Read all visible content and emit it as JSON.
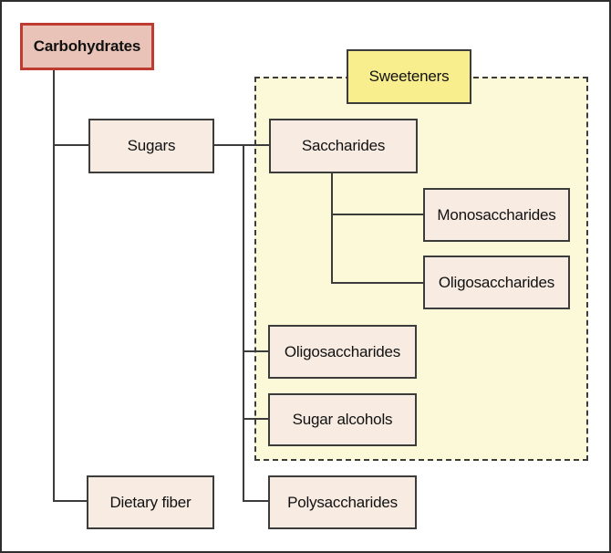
{
  "diagram": {
    "type": "flowchart",
    "subject": "Carbohydrates classification",
    "nodes": {
      "carbohydrates": {
        "label": "Carbohydrates"
      },
      "sweeteners": {
        "label": "Sweeteners"
      },
      "sugars": {
        "label": "Sugars"
      },
      "saccharides": {
        "label": "Saccharides"
      },
      "monosaccharides": {
        "label": "Monosaccharides"
      },
      "oligosaccharides_inner": {
        "label": "Oligosaccharides"
      },
      "oligosaccharides_outer": {
        "label": "Oligosaccharides"
      },
      "sugar_alcohols": {
        "label": "Sugar alcohols"
      },
      "dietary_fiber": {
        "label": "Dietary fiber"
      },
      "polysaccharides": {
        "label": "Polysaccharides"
      }
    },
    "edges": [
      [
        "carbohydrates",
        "sugars"
      ],
      [
        "carbohydrates",
        "dietary_fiber"
      ],
      [
        "sugars",
        "saccharides"
      ],
      [
        "sugars",
        "oligosaccharides_outer"
      ],
      [
        "sugars",
        "sugar_alcohols"
      ],
      [
        "sugars",
        "polysaccharides"
      ],
      [
        "saccharides",
        "monosaccharides"
      ],
      [
        "saccharides",
        "oligosaccharides_inner"
      ]
    ],
    "group": {
      "label_node": "sweeteners",
      "style": "dashed",
      "members": [
        "saccharides",
        "monosaccharides",
        "oligosaccharides_inner",
        "oligosaccharides_outer",
        "sugar_alcohols"
      ]
    },
    "colors": {
      "root_fill": "#e9c3b7",
      "root_border": "#bf3a30",
      "node_fill": "#f7ebe2",
      "node_border": "#3c3c3c",
      "sweeteners_fill": "#f9ee8d",
      "group_fill": "#fcf9d9",
      "group_border": "#3c3c3c",
      "line": "#3c3c3c",
      "frame": "#2e2e2e",
      "background": "#ffffff"
    }
  }
}
